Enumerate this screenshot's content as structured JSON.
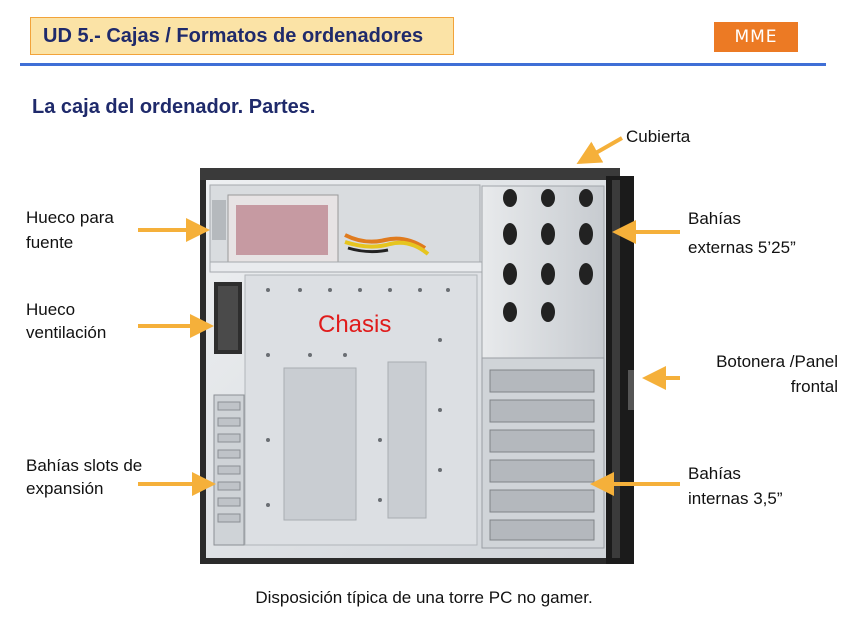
{
  "header": {
    "title": "UD 5.- Cajas / Formatos de ordenadores",
    "badge": "MME"
  },
  "section_title": "La caja del ordenador. Partes.",
  "labels": {
    "cubierta": "Cubierta",
    "hueco_fuente_1": "Hueco para",
    "hueco_fuente_2": "fuente",
    "hueco_vent_1": "Hueco",
    "hueco_vent_2": "ventilación",
    "slots_1": "Bahías slots de",
    "slots_2": "expansión",
    "bahias_ext_1": "Bahías",
    "bahias_ext_2": "externas 5’25”",
    "botonera_1": "Botonera /Panel",
    "botonera_2": "frontal",
    "bahias_int_1": "Bahías",
    "bahias_int_2": "internas 3,5”",
    "chasis": "Chasis"
  },
  "caption": "Disposición típica de una torre PC no gamer.",
  "colors": {
    "arrow": "#f5b03a",
    "header_bg": "#fbe3a6",
    "badge_bg": "#ec7a24",
    "divider": "#3f6fd6",
    "title": "#1f2a6b",
    "chasis_text": "#e01b1b"
  }
}
